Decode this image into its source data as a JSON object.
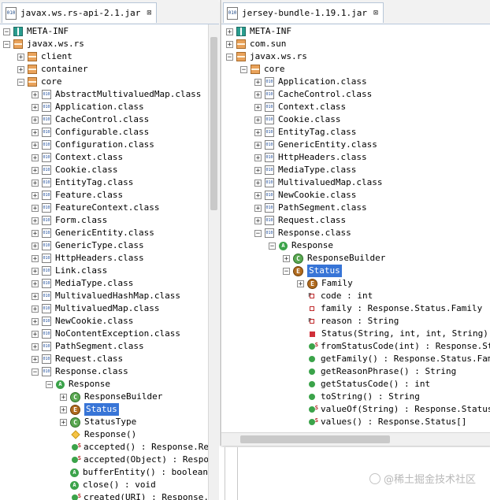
{
  "left": {
    "tab_title": "javax.ws.rs-api-2.1.jar",
    "close_glyph": "⊠",
    "icon_text": "010",
    "rows": [
      {
        "d": 0,
        "t": "-",
        "i": "jar",
        "label": "META-INF"
      },
      {
        "d": 0,
        "t": "-",
        "i": "pkg",
        "label": "javax.ws.rs"
      },
      {
        "d": 1,
        "t": "+",
        "i": "pkg",
        "label": "client"
      },
      {
        "d": 1,
        "t": "+",
        "i": "pkg",
        "label": "container"
      },
      {
        "d": 1,
        "t": "-",
        "i": "pkg",
        "label": "core"
      },
      {
        "d": 2,
        "t": "+",
        "i": "cls",
        "label": "AbstractMultivaluedMap.class"
      },
      {
        "d": 2,
        "t": "+",
        "i": "cls",
        "label": "Application.class"
      },
      {
        "d": 2,
        "t": "+",
        "i": "cls",
        "label": "CacheControl.class"
      },
      {
        "d": 2,
        "t": "+",
        "i": "cls",
        "label": "Configurable.class"
      },
      {
        "d": 2,
        "t": "+",
        "i": "cls",
        "label": "Configuration.class"
      },
      {
        "d": 2,
        "t": "+",
        "i": "cls",
        "label": "Context.class"
      },
      {
        "d": 2,
        "t": "+",
        "i": "cls",
        "label": "Cookie.class"
      },
      {
        "d": 2,
        "t": "+",
        "i": "cls",
        "label": "EntityTag.class"
      },
      {
        "d": 2,
        "t": "+",
        "i": "cls",
        "label": "Feature.class"
      },
      {
        "d": 2,
        "t": "+",
        "i": "cls",
        "label": "FeatureContext.class"
      },
      {
        "d": 2,
        "t": "+",
        "i": "cls",
        "label": "Form.class"
      },
      {
        "d": 2,
        "t": "+",
        "i": "cls",
        "label": "GenericEntity.class"
      },
      {
        "d": 2,
        "t": "+",
        "i": "cls",
        "label": "GenericType.class"
      },
      {
        "d": 2,
        "t": "+",
        "i": "cls",
        "label": "HttpHeaders.class"
      },
      {
        "d": 2,
        "t": "+",
        "i": "cls",
        "label": "Link.class"
      },
      {
        "d": 2,
        "t": "+",
        "i": "cls",
        "label": "MediaType.class"
      },
      {
        "d": 2,
        "t": "+",
        "i": "cls",
        "label": "MultivaluedHashMap.class"
      },
      {
        "d": 2,
        "t": "+",
        "i": "cls",
        "label": "MultivaluedMap.class"
      },
      {
        "d": 2,
        "t": "+",
        "i": "cls",
        "label": "NewCookie.class"
      },
      {
        "d": 2,
        "t": "+",
        "i": "cls",
        "label": "NoContentException.class"
      },
      {
        "d": 2,
        "t": "+",
        "i": "cls",
        "label": "PathSegment.class"
      },
      {
        "d": 2,
        "t": "+",
        "i": "cls",
        "label": "Request.class"
      },
      {
        "d": 2,
        "t": "-",
        "i": "cls",
        "label": "Response.class"
      },
      {
        "d": 3,
        "t": "-",
        "i": "abs",
        "label": "Response"
      },
      {
        "d": 4,
        "t": "+",
        "i": "clsg",
        "label": "ResponseBuilder"
      },
      {
        "d": 4,
        "t": "+",
        "i": "enum",
        "label": "Status",
        "sel": true
      },
      {
        "d": 4,
        "t": "+",
        "i": "clsg",
        "label": "StatusType"
      },
      {
        "d": 4,
        "t": "",
        "i": "ctor",
        "label": "Response()"
      },
      {
        "d": 4,
        "t": "",
        "i": "mgs",
        "label": "accepted() : Response.Res"
      },
      {
        "d": 4,
        "t": "",
        "i": "mgs",
        "label": "accepted(Object) : Respor"
      },
      {
        "d": 4,
        "t": "",
        "i": "abs",
        "label": "bufferEntity() : boolean"
      },
      {
        "d": 4,
        "t": "",
        "i": "abs",
        "label": "close() : void"
      },
      {
        "d": 4,
        "t": "",
        "i": "mgs",
        "label": "created(URI) : Response.R"
      }
    ]
  },
  "right": {
    "tab_title": "jersey-bundle-1.19.1.jar",
    "close_glyph": "⊠",
    "icon_text": "010",
    "rows": [
      {
        "d": 0,
        "t": "+",
        "i": "jar",
        "label": "META-INF"
      },
      {
        "d": 0,
        "t": "+",
        "i": "pkg",
        "label": "com.sun"
      },
      {
        "d": 0,
        "t": "-",
        "i": "pkg",
        "label": "javax.ws.rs"
      },
      {
        "d": 1,
        "t": "-",
        "i": "pkg",
        "label": "core"
      },
      {
        "d": 2,
        "t": "+",
        "i": "cls",
        "label": "Application.class"
      },
      {
        "d": 2,
        "t": "+",
        "i": "cls",
        "label": "CacheControl.class"
      },
      {
        "d": 2,
        "t": "+",
        "i": "cls",
        "label": "Context.class"
      },
      {
        "d": 2,
        "t": "+",
        "i": "cls",
        "label": "Cookie.class"
      },
      {
        "d": 2,
        "t": "+",
        "i": "cls",
        "label": "EntityTag.class"
      },
      {
        "d": 2,
        "t": "+",
        "i": "cls",
        "label": "GenericEntity.class"
      },
      {
        "d": 2,
        "t": "+",
        "i": "cls",
        "label": "HttpHeaders.class"
      },
      {
        "d": 2,
        "t": "+",
        "i": "cls",
        "label": "MediaType.class"
      },
      {
        "d": 2,
        "t": "+",
        "i": "cls",
        "label": "MultivaluedMap.class"
      },
      {
        "d": 2,
        "t": "+",
        "i": "cls",
        "label": "NewCookie.class"
      },
      {
        "d": 2,
        "t": "+",
        "i": "cls",
        "label": "PathSegment.class"
      },
      {
        "d": 2,
        "t": "+",
        "i": "cls",
        "label": "Request.class"
      },
      {
        "d": 2,
        "t": "-",
        "i": "cls",
        "label": "Response.class"
      },
      {
        "d": 3,
        "t": "-",
        "i": "abs",
        "label": "Response"
      },
      {
        "d": 4,
        "t": "+",
        "i": "clsg",
        "label": "ResponseBuilder"
      },
      {
        "d": 4,
        "t": "-",
        "i": "enum",
        "label": "Status",
        "sel": true
      },
      {
        "d": 5,
        "t": "+",
        "i": "enum",
        "label": "Family"
      },
      {
        "d": 5,
        "t": "",
        "i": "frf",
        "label": "code : int"
      },
      {
        "d": 5,
        "t": "",
        "i": "fr",
        "label": "family : Response.Status.Family"
      },
      {
        "d": 5,
        "t": "",
        "i": "frf",
        "label": "reason : String"
      },
      {
        "d": 5,
        "t": "",
        "i": "ms",
        "label": "Status(String, int, int, String)"
      },
      {
        "d": 5,
        "t": "",
        "i": "mgs",
        "label": "fromStatusCode(int) : Response.Sta"
      },
      {
        "d": 5,
        "t": "",
        "i": "mg",
        "label": "getFamily() : Response.Status.Fami"
      },
      {
        "d": 5,
        "t": "",
        "i": "mg",
        "label": "getReasonPhrase() : String"
      },
      {
        "d": 5,
        "t": "",
        "i": "mg",
        "label": "getStatusCode() : int"
      },
      {
        "d": 5,
        "t": "",
        "i": "mg",
        "label": "toString() : String"
      },
      {
        "d": 5,
        "t": "",
        "i": "mgs",
        "label": "valueOf(String) : Response.Status"
      },
      {
        "d": 5,
        "t": "",
        "i": "mgs",
        "label": "values() : Response.Status[]"
      }
    ]
  },
  "watermark": "@稀土掘金技术社区"
}
